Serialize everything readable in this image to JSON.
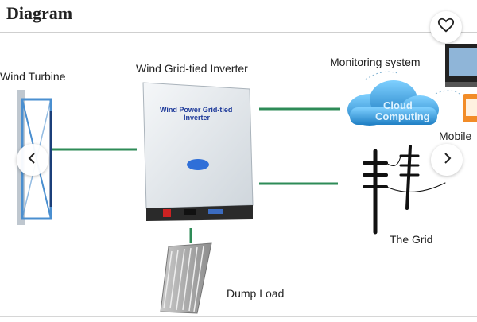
{
  "page": {
    "title": "Diagram"
  },
  "diagram": {
    "wind_turbine_label": "Wind Turbine",
    "inverter_label": "Wind Grid-tied Inverter",
    "inverter_panel_text_line1": "Wind Power Grid-tied",
    "inverter_panel_text_line2": "Inverter",
    "monitoring_label": "Monitoring system",
    "cloud_text_line1": "Cloud",
    "cloud_text_line2": "Computing",
    "mobile_label": "Mobile",
    "grid_label": "The Grid",
    "dump_load_label": "Dump Load"
  },
  "controls": {
    "favorite_icon": "heart-icon",
    "prev_icon": "chevron-left-icon",
    "next_icon": "chevron-right-icon"
  },
  "colors": {
    "connector": "#2e8b57",
    "inverter_body": "#e9eef2",
    "cloud": "#3aa0dd"
  }
}
